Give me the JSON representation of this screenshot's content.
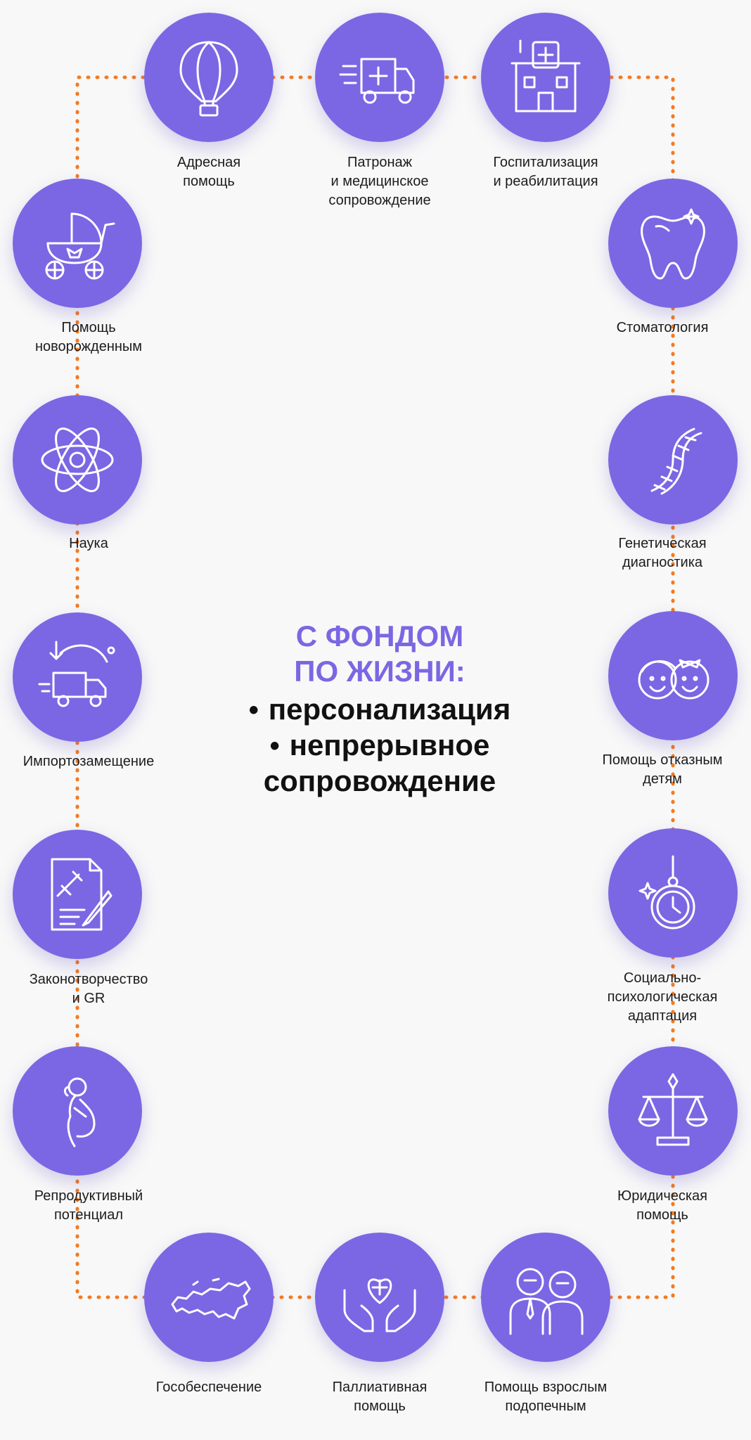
{
  "center": {
    "title": "С ФОНДОМ\nПО ЖИЗНИ:",
    "points": [
      "персонализация",
      "непрерывное\nсопровождение"
    ]
  },
  "nodes": [
    {
      "label": "Адресная\nпомощь",
      "icon": "hot-air-balloon-icon"
    },
    {
      "label": "Патронаж\nи медицинское\nсопровождение",
      "icon": "ambulance-icon"
    },
    {
      "label": "Госпитализация\nи реабилитация",
      "icon": "hospital-icon"
    },
    {
      "label": "Стоматология",
      "icon": "tooth-icon"
    },
    {
      "label": "Генетическая\nдиагностика",
      "icon": "dna-icon"
    },
    {
      "label": "Помощь отказным\nдетям",
      "icon": "children-faces-icon"
    },
    {
      "label": "Социально-\nпсихологическая\nадаптация",
      "icon": "pendulum-watch-icon"
    },
    {
      "label": "Юридическая\nпомощь",
      "icon": "scales-icon"
    },
    {
      "label": "Помощь взрослым\nподопечным",
      "icon": "elderly-couple-icon"
    },
    {
      "label": "Паллиативная\nпомощь",
      "icon": "hands-heart-icon"
    },
    {
      "label": "Гособеспечение",
      "icon": "russia-map-icon"
    },
    {
      "label": "Репродуктивный\nпотенциал",
      "icon": "pregnant-woman-icon"
    },
    {
      "label": "Законотворчество\nи GR",
      "icon": "law-document-icon"
    },
    {
      "label": "Импортозамещение",
      "icon": "globe-delivery-icon"
    },
    {
      "label": "Наука",
      "icon": "atom-icon"
    },
    {
      "label": "Помощь\nноворожденным",
      "icon": "baby-stroller-icon"
    }
  ],
  "colors": {
    "circle": "#7b67e3",
    "connector": "#f47a21",
    "title": "#7b67e3",
    "text": "#111111",
    "background": "#f8f8f8"
  }
}
